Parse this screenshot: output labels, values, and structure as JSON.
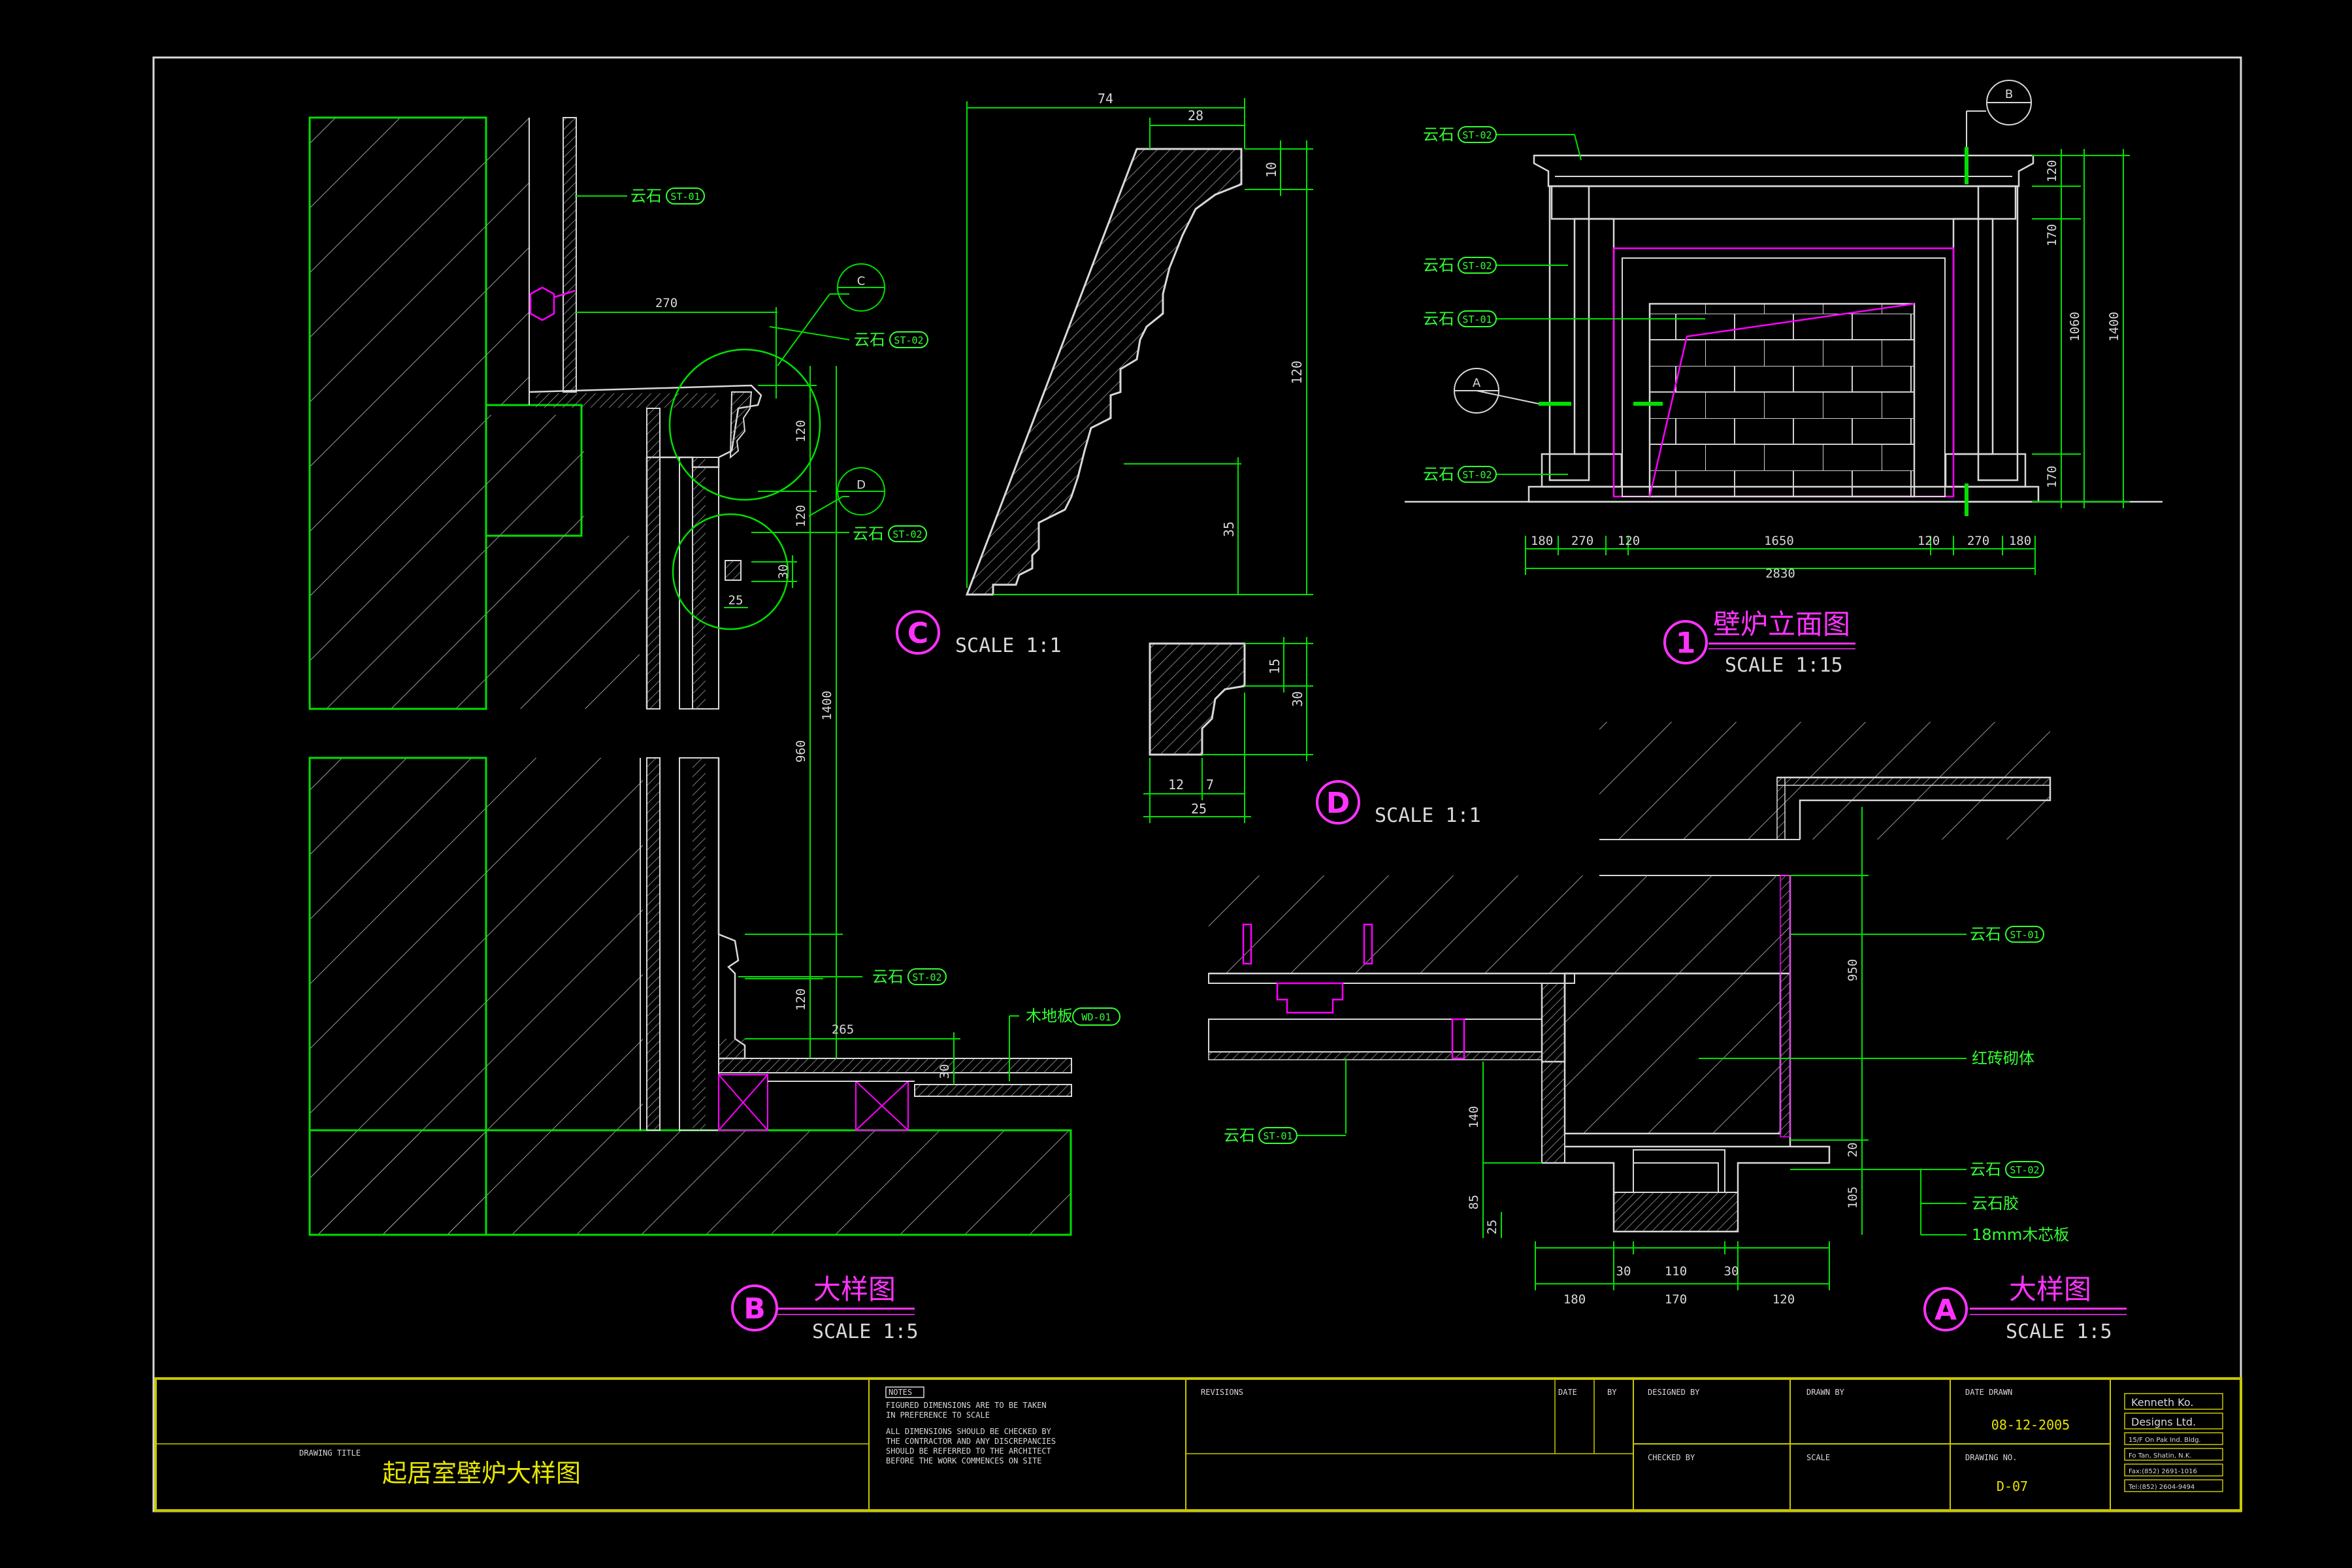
{
  "colors": {
    "background": "#000000",
    "line_green": "#00e000",
    "line_white": "#d8d8d8",
    "hatch": "#b0b0b0",
    "magenta": "#ff00ff",
    "callout_green": "#33ff33",
    "title_yellow": "#e6e600",
    "title_block": "#c8c800",
    "hatch_mark": "#ff33ff"
  },
  "detail_B": {
    "marker": "B",
    "title": "大样图",
    "scale": "SCALE 1:5",
    "callouts": {
      "st01": "云石",
      "st01_tag": "ST-01",
      "st02_top": "云石",
      "st02_top_tag": "ST-02",
      "st02_mid": "云石",
      "st02_mid_tag": "ST-02",
      "st02_low": "云石",
      "st02_low_tag": "ST-02",
      "floor": "木地板",
      "floor_tag": "WD-01"
    },
    "markers": {
      "c": "C",
      "d": "D"
    },
    "dims": {
      "d270": "270",
      "d120a": "120",
      "d120b": "120",
      "d30": "30",
      "d25": "25",
      "d1400": "1400",
      "d960": "960",
      "d120c": "120",
      "d265": "265",
      "d30b": "30"
    }
  },
  "detail_C": {
    "marker": "C",
    "scale": "SCALE 1:1",
    "dims": {
      "d74": "74",
      "d28": "28",
      "d10": "10",
      "d120": "120",
      "d35": "35"
    }
  },
  "detail_D": {
    "marker": "D",
    "scale": "SCALE 1:1",
    "dims": {
      "d15": "15",
      "d30": "30",
      "d12": "12",
      "d7": "7",
      "d25": "25"
    }
  },
  "elevation_1": {
    "marker": "1",
    "title": "壁炉立面图",
    "scale": "SCALE 1:15",
    "callouts": {
      "st02_a": "云石",
      "st02_a_tag": "ST-02",
      "st02_b": "云石",
      "st02_b_tag": "ST-02",
      "st01": "云石",
      "st01_tag": "ST-01",
      "st02_c": "云石",
      "st02_c_tag": "ST-02"
    },
    "markers": {
      "b": "B",
      "a": "A"
    },
    "dims_bottom": [
      "180",
      "270",
      "120",
      "1650",
      "120",
      "270",
      "180"
    ],
    "dim_total": "2830",
    "dims_right": {
      "d120": "120",
      "d170": "170",
      "d1060": "1060",
      "d170b": "170",
      "d1400": "1400"
    }
  },
  "detail_A": {
    "marker": "A",
    "title": "大样图",
    "scale": "SCALE 1:5",
    "callouts": {
      "st01_r": "云石",
      "st01_r_tag": "ST-01",
      "brick": "红砖砌体",
      "st01_l": "云石",
      "st01_l_tag": "ST-01",
      "st02": "云石",
      "st02_tag": "ST-02",
      "glue": "云石胶",
      "board": "18mm木芯板"
    },
    "dims": {
      "d950": "950",
      "d140": "140",
      "d85": "85",
      "d25": "25",
      "d105": "105",
      "d20": "20",
      "d30a": "30",
      "d110": "110",
      "d30b": "30",
      "d180": "180",
      "d170": "170",
      "d120": "120"
    }
  },
  "title_block": {
    "drawing_title_label": "DRAWING TITLE",
    "drawing_title": "起居室壁炉大样图",
    "notes_label": "NOTES",
    "notes": [
      "FIGURED DIMENSIONS ARE TO BE TAKEN",
      "IN PREFERENCE TO SCALE",
      "ALL DIMENSIONS SHOULD BE CHECKED BY",
      "THE CONTRACTOR AND ANY DISCREPANCIES",
      "SHOULD BE REFERRED TO THE ARCHITECT",
      "BEFORE THE WORK COMMENCES ON SITE"
    ],
    "revisions_label": "REVISIONS",
    "date_label": "DATE",
    "by_label": "BY",
    "designed_by_label": "DESIGNED BY",
    "drawn_by_label": "DRAWN BY",
    "date_drawn_label": "DATE DRAWN",
    "date_drawn": "08-12-2005",
    "checked_by_label": "CHECKED BY",
    "scale_label": "SCALE",
    "drawing_no_label": "DRAWING NO.",
    "drawing_no": "D-07",
    "company_1": "Kenneth Ko.",
    "company_2": "Designs Ltd.",
    "address_1": "15/F On Pak Ind. Bldg.",
    "address_2": "Fo Tan, Shatin, N.K.",
    "fax": "Fax:(852) 2691-1016",
    "tel": "Tel:(852) 2604-9494"
  }
}
